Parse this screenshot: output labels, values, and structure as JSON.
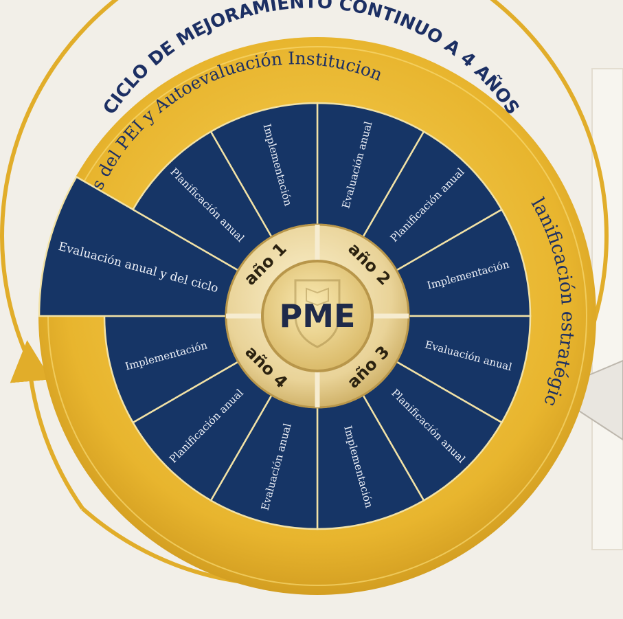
{
  "diagram": {
    "title": "CICLO DE MEJORAMIENTO CONTINUO A 4 AÑOS",
    "left_band_label": "Análisis del PEI y Autoevaluación Institucional",
    "right_band_label": "Planificación estratégica",
    "center_label": "PME",
    "years": [
      {
        "label": "año 1"
      },
      {
        "label": "año 2"
      },
      {
        "label": "año 3"
      },
      {
        "label": "año 4"
      }
    ],
    "segments": [
      {
        "label": "Evaluación anual"
      },
      {
        "label": "Planificación anual"
      },
      {
        "label": "Implementación"
      },
      {
        "label": "Evaluación anual"
      },
      {
        "label": "Planificación anual"
      },
      {
        "label": "Implementación"
      },
      {
        "label": "Evaluación anual"
      },
      {
        "label": "Planificación anual"
      },
      {
        "label": "Implementación"
      },
      {
        "label": "Evaluación anual y del ciclo"
      },
      {
        "label": "Planificación anual"
      },
      {
        "label": "Implementación"
      }
    ],
    "colors": {
      "gold": "#e8b52e",
      "navy": "#163566",
      "background": "#f2efe8",
      "title": "#1c2f63"
    }
  }
}
